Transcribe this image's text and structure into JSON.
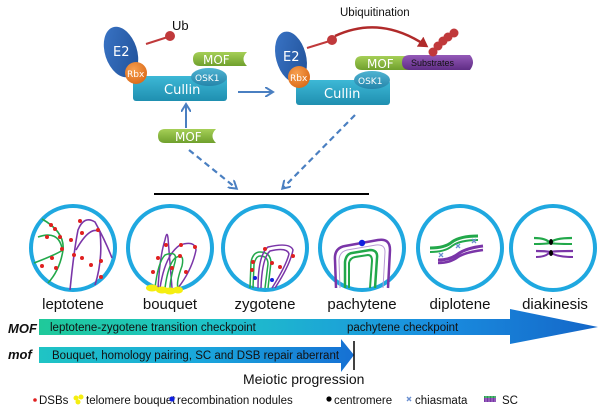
{
  "top_left_complex": {
    "ub_label": "Ub",
    "e2_label": "E2",
    "rbx_label": "Rbx",
    "cullin_label": "Cullin",
    "mof_label": "MOF",
    "osk1_label": "OSK1"
  },
  "top_right_complex": {
    "ubiquitination_label": "Ubiquitination",
    "e2_label": "E2",
    "rbx_label": "Rbx",
    "cullin_label": "Cullin",
    "mof_label": "MOF",
    "osk1_label": "OSK1",
    "substrates_label": "Substrates"
  },
  "free_mof_label": "MOF",
  "stages": [
    {
      "label": "leptotene"
    },
    {
      "label": "bouquet"
    },
    {
      "label": "zygotene"
    },
    {
      "label": "pachytene"
    },
    {
      "label": "diplotene"
    },
    {
      "label": "diakinesis"
    }
  ],
  "progression": {
    "mof_wt_label": "MOF",
    "mof_wt_text1": "leptotene-zygotene transition checkpoint",
    "mof_wt_text2": "pachytene checkpoint",
    "mof_mut_label": "mof",
    "mof_mut_text": "Bouquet, homology pairing, SC and DSB repair aberrant",
    "axis_label": "Meiotic progression"
  },
  "legend": [
    {
      "label": "DSBs",
      "icon": "red-dot"
    },
    {
      "label": "telomere bouquet",
      "icon": "yellow-cluster"
    },
    {
      "label": "recombination nodules",
      "icon": "blue-dot"
    },
    {
      "label": "centromere",
      "icon": "black-dot"
    },
    {
      "label": "chiasmata",
      "icon": "blue-cross"
    },
    {
      "label": "SC",
      "icon": "sc-ladder"
    }
  ],
  "colors": {
    "e2": "#2e67b5",
    "rbx": "#ea7c25",
    "cullin": "#2ba6c6",
    "mof": "#8db93f",
    "osk1": "#3a9fc0",
    "substrates": "#7a3f9e",
    "ubiquitin": "#c0393b",
    "arrow": "#4a7fc1",
    "circle": "#1fa8e0",
    "green_chrom": "#22a84a",
    "purple_chrom": "#7a35a8",
    "dsb": "#e02020",
    "telomere": "#f5ee10",
    "nodule": "#1020e0"
  }
}
